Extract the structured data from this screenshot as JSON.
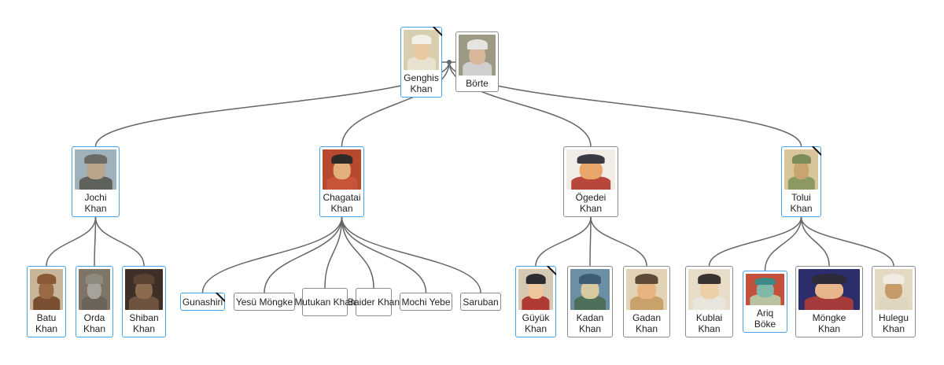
{
  "tree": {
    "root": {
      "person": {
        "name": "Genghis\nKhan",
        "gender": "male",
        "deceased_marker": true,
        "photo": {
          "bg": "#d9cdb0",
          "face": "#e8c9a0",
          "hat": "#f2efe6",
          "cloth": "#e9e2d0"
        }
      },
      "spouse": {
        "name": "Börte",
        "gender": "female",
        "deceased_marker": false,
        "photo": {
          "bg": "#9c9a82",
          "face": "#d8b69a",
          "hat": "#e6e4e0",
          "cloth": "#cfcfcf"
        }
      }
    },
    "children": [
      {
        "name": "Jochi\nKhan",
        "gender": "male",
        "deceased_marker": false,
        "photo": {
          "bg": "#9fb2bc",
          "face": "#b9a48c",
          "hat": "#6b6b66",
          "cloth": "#5f625c"
        },
        "children": [
          {
            "name": "Batu\nKhan",
            "gender": "male",
            "deceased_marker": false,
            "photo": {
              "bg": "#c9b59a",
              "face": "#9a6a44",
              "hat": "#8a5a36",
              "cloth": "#7a4e30"
            }
          },
          {
            "name": "Orda\nKhan",
            "gender": "male",
            "deceased_marker": false,
            "photo": {
              "bg": "#7f7566",
              "face": "#a8a39a",
              "hat": "#8f8a80",
              "cloth": "#6c6458"
            }
          },
          {
            "name": "Shiban\nKhan",
            "gender": "male",
            "deceased_marker": false,
            "photo": {
              "bg": "#3e3026",
              "face": "#8b6a4e",
              "hat": "#5a4333",
              "cloth": "#6e5440"
            }
          }
        ]
      },
      {
        "name": "Chagatai\nKhan",
        "gender": "male",
        "deceased_marker": false,
        "photo": {
          "bg": "#b7492f",
          "face": "#e3b07c",
          "hat": "#2d2a28",
          "cloth": "#c8553a"
        },
        "children": [
          {
            "name": "Gunashiri",
            "gender": "male",
            "deceased_marker": true
          },
          {
            "name": "Yesü Möngke",
            "gender": "unknown",
            "deceased_marker": false
          },
          {
            "name": "Mutukan\nKhan",
            "gender": "unknown",
            "deceased_marker": false
          },
          {
            "name": "Baider\nKhan",
            "gender": "unknown",
            "deceased_marker": false
          },
          {
            "name": "Mochi Yebe",
            "gender": "unknown",
            "deceased_marker": false
          },
          {
            "name": "Saruban",
            "gender": "unknown",
            "deceased_marker": false
          }
        ]
      },
      {
        "name": "Ögedei\nKhan",
        "gender": "unknown",
        "deceased_marker": false,
        "photo": {
          "bg": "#f1ede6",
          "face": "#e8a66a",
          "hat": "#3a3a44",
          "cloth": "#b8463a"
        },
        "children": [
          {
            "name": "Güyük\nKhan",
            "gender": "male",
            "deceased_marker": true,
            "photo": {
              "bg": "#d6c9b4",
              "face": "#f0c69c",
              "hat": "#2e2c33",
              "cloth": "#b03a34"
            }
          },
          {
            "name": "Kadan\nKhan",
            "gender": "unknown",
            "deceased_marker": false,
            "photo": {
              "bg": "#6d8fa6",
              "face": "#d7c9a0",
              "hat": "#3e5d74",
              "cloth": "#4e6f5a"
            }
          },
          {
            "name": "Gadan\nKhan",
            "gender": "unknown",
            "deceased_marker": false,
            "photo": {
              "bg": "#e2d3b6",
              "face": "#e8b581",
              "hat": "#5e4a36",
              "cloth": "#c9a16a"
            }
          }
        ]
      },
      {
        "name": "Tolui\nKhan",
        "gender": "male",
        "deceased_marker": true,
        "photo": {
          "bg": "#d8c69a",
          "face": "#caa46e",
          "hat": "#7a8c58",
          "cloth": "#8c9a62"
        },
        "children": [
          {
            "name": "Kublai\nKhan",
            "gender": "unknown",
            "deceased_marker": false,
            "photo": {
              "bg": "#e6dcc8",
              "face": "#edcfa6",
              "hat": "#3a3430",
              "cloth": "#e9e5dc"
            }
          },
          {
            "name": "Ariq Böke",
            "gender": "male",
            "deceased_marker": false,
            "photo": {
              "bg": "#c44f3a",
              "face": "#7fb8a8",
              "hat": "#3d8a86",
              "cloth": "#b8c2a0"
            }
          },
          {
            "name": "Möngke\nKhan",
            "gender": "unknown",
            "deceased_marker": false,
            "photo": {
              "bg": "#2b2e6a",
              "face": "#e6b58a",
              "hat": "#2f2a3a",
              "cloth": "#a53a3a"
            }
          },
          {
            "name": "Hulegu\nKhan",
            "gender": "unknown",
            "deceased_marker": false,
            "photo": {
              "bg": "#e4d9c2",
              "face": "#c79a6a",
              "hat": "#f0ebe0",
              "cloth": "#e0d6c0"
            }
          }
        ]
      }
    ]
  }
}
